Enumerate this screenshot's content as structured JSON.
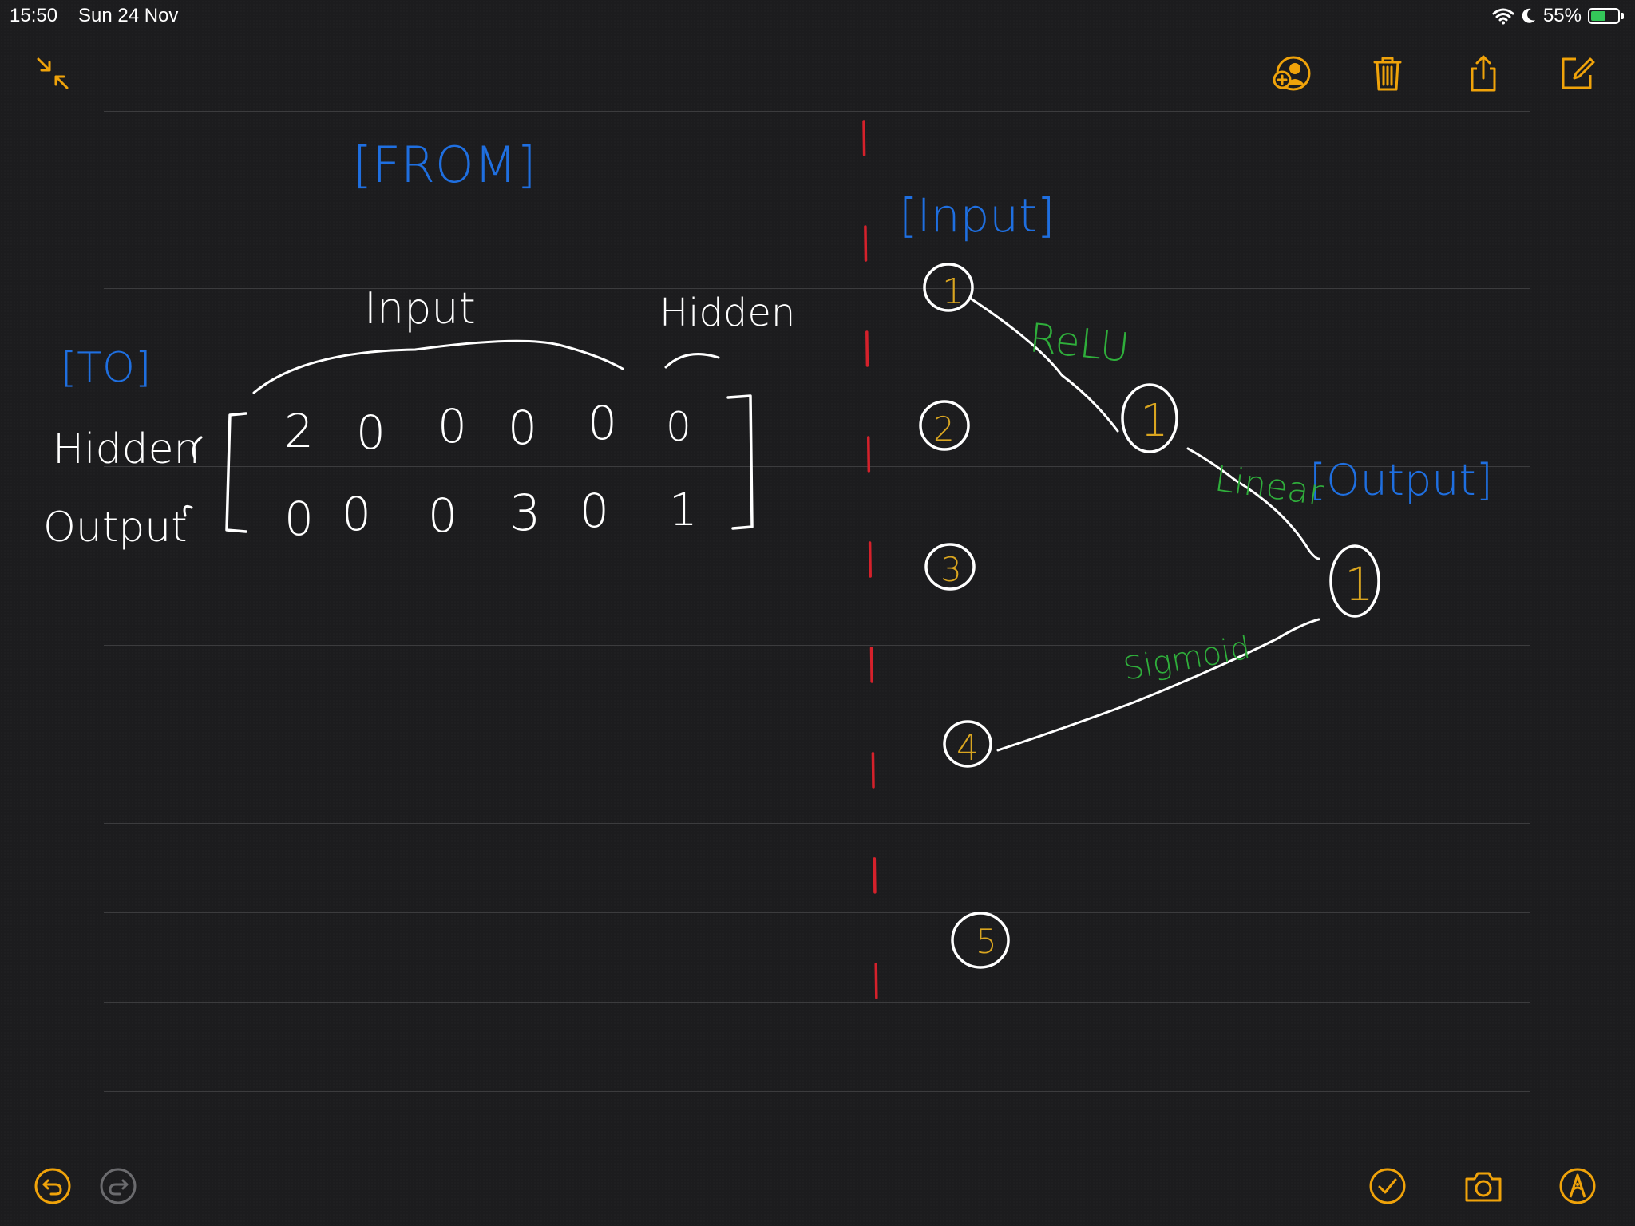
{
  "status": {
    "time": "15:50",
    "date": "Sun 24 Nov",
    "battery_percent": "55%",
    "battery_level": 0.55
  },
  "toolbar": {
    "collapse_icon": "collapse-arrows-icon",
    "collaborate_icon": "add-person-icon",
    "delete_icon": "trash-icon",
    "share_icon": "share-icon",
    "compose_icon": "compose-icon"
  },
  "bottom_bar": {
    "undo_icon": "undo-icon",
    "redo_icon": "redo-icon",
    "done_icon": "checkmark-icon",
    "camera_icon": "camera-icon",
    "markup_icon": "pen-tip-icon"
  },
  "colors": {
    "accent": "#f0a30a",
    "ink": "#ffffff",
    "blue_ink": "#1f6fe0",
    "green_ink": "#2fae3b",
    "red_ink": "#d5212b",
    "yellow_ink": "#d9a520"
  },
  "note": {
    "matrix": {
      "from_label": "[FROM]",
      "to_label": "[TO]",
      "input_group_label": "Input",
      "hidden_group_label": "Hidden",
      "row_labels": [
        "Hidden",
        "Output"
      ],
      "rows": [
        [
          "2",
          "0",
          "0",
          "0",
          "0",
          "0"
        ],
        [
          "0",
          "0",
          "0",
          "3",
          "0",
          "1"
        ]
      ]
    },
    "network": {
      "input_label": "[Input]",
      "output_label": "[Output]",
      "input_nodes": [
        "1",
        "2",
        "3",
        "4",
        "5"
      ],
      "hidden_node": "1",
      "output_node": "1",
      "activations": {
        "relu": "ReLU",
        "linear": "Linear",
        "sigmoid": "Sigmoid"
      }
    }
  }
}
